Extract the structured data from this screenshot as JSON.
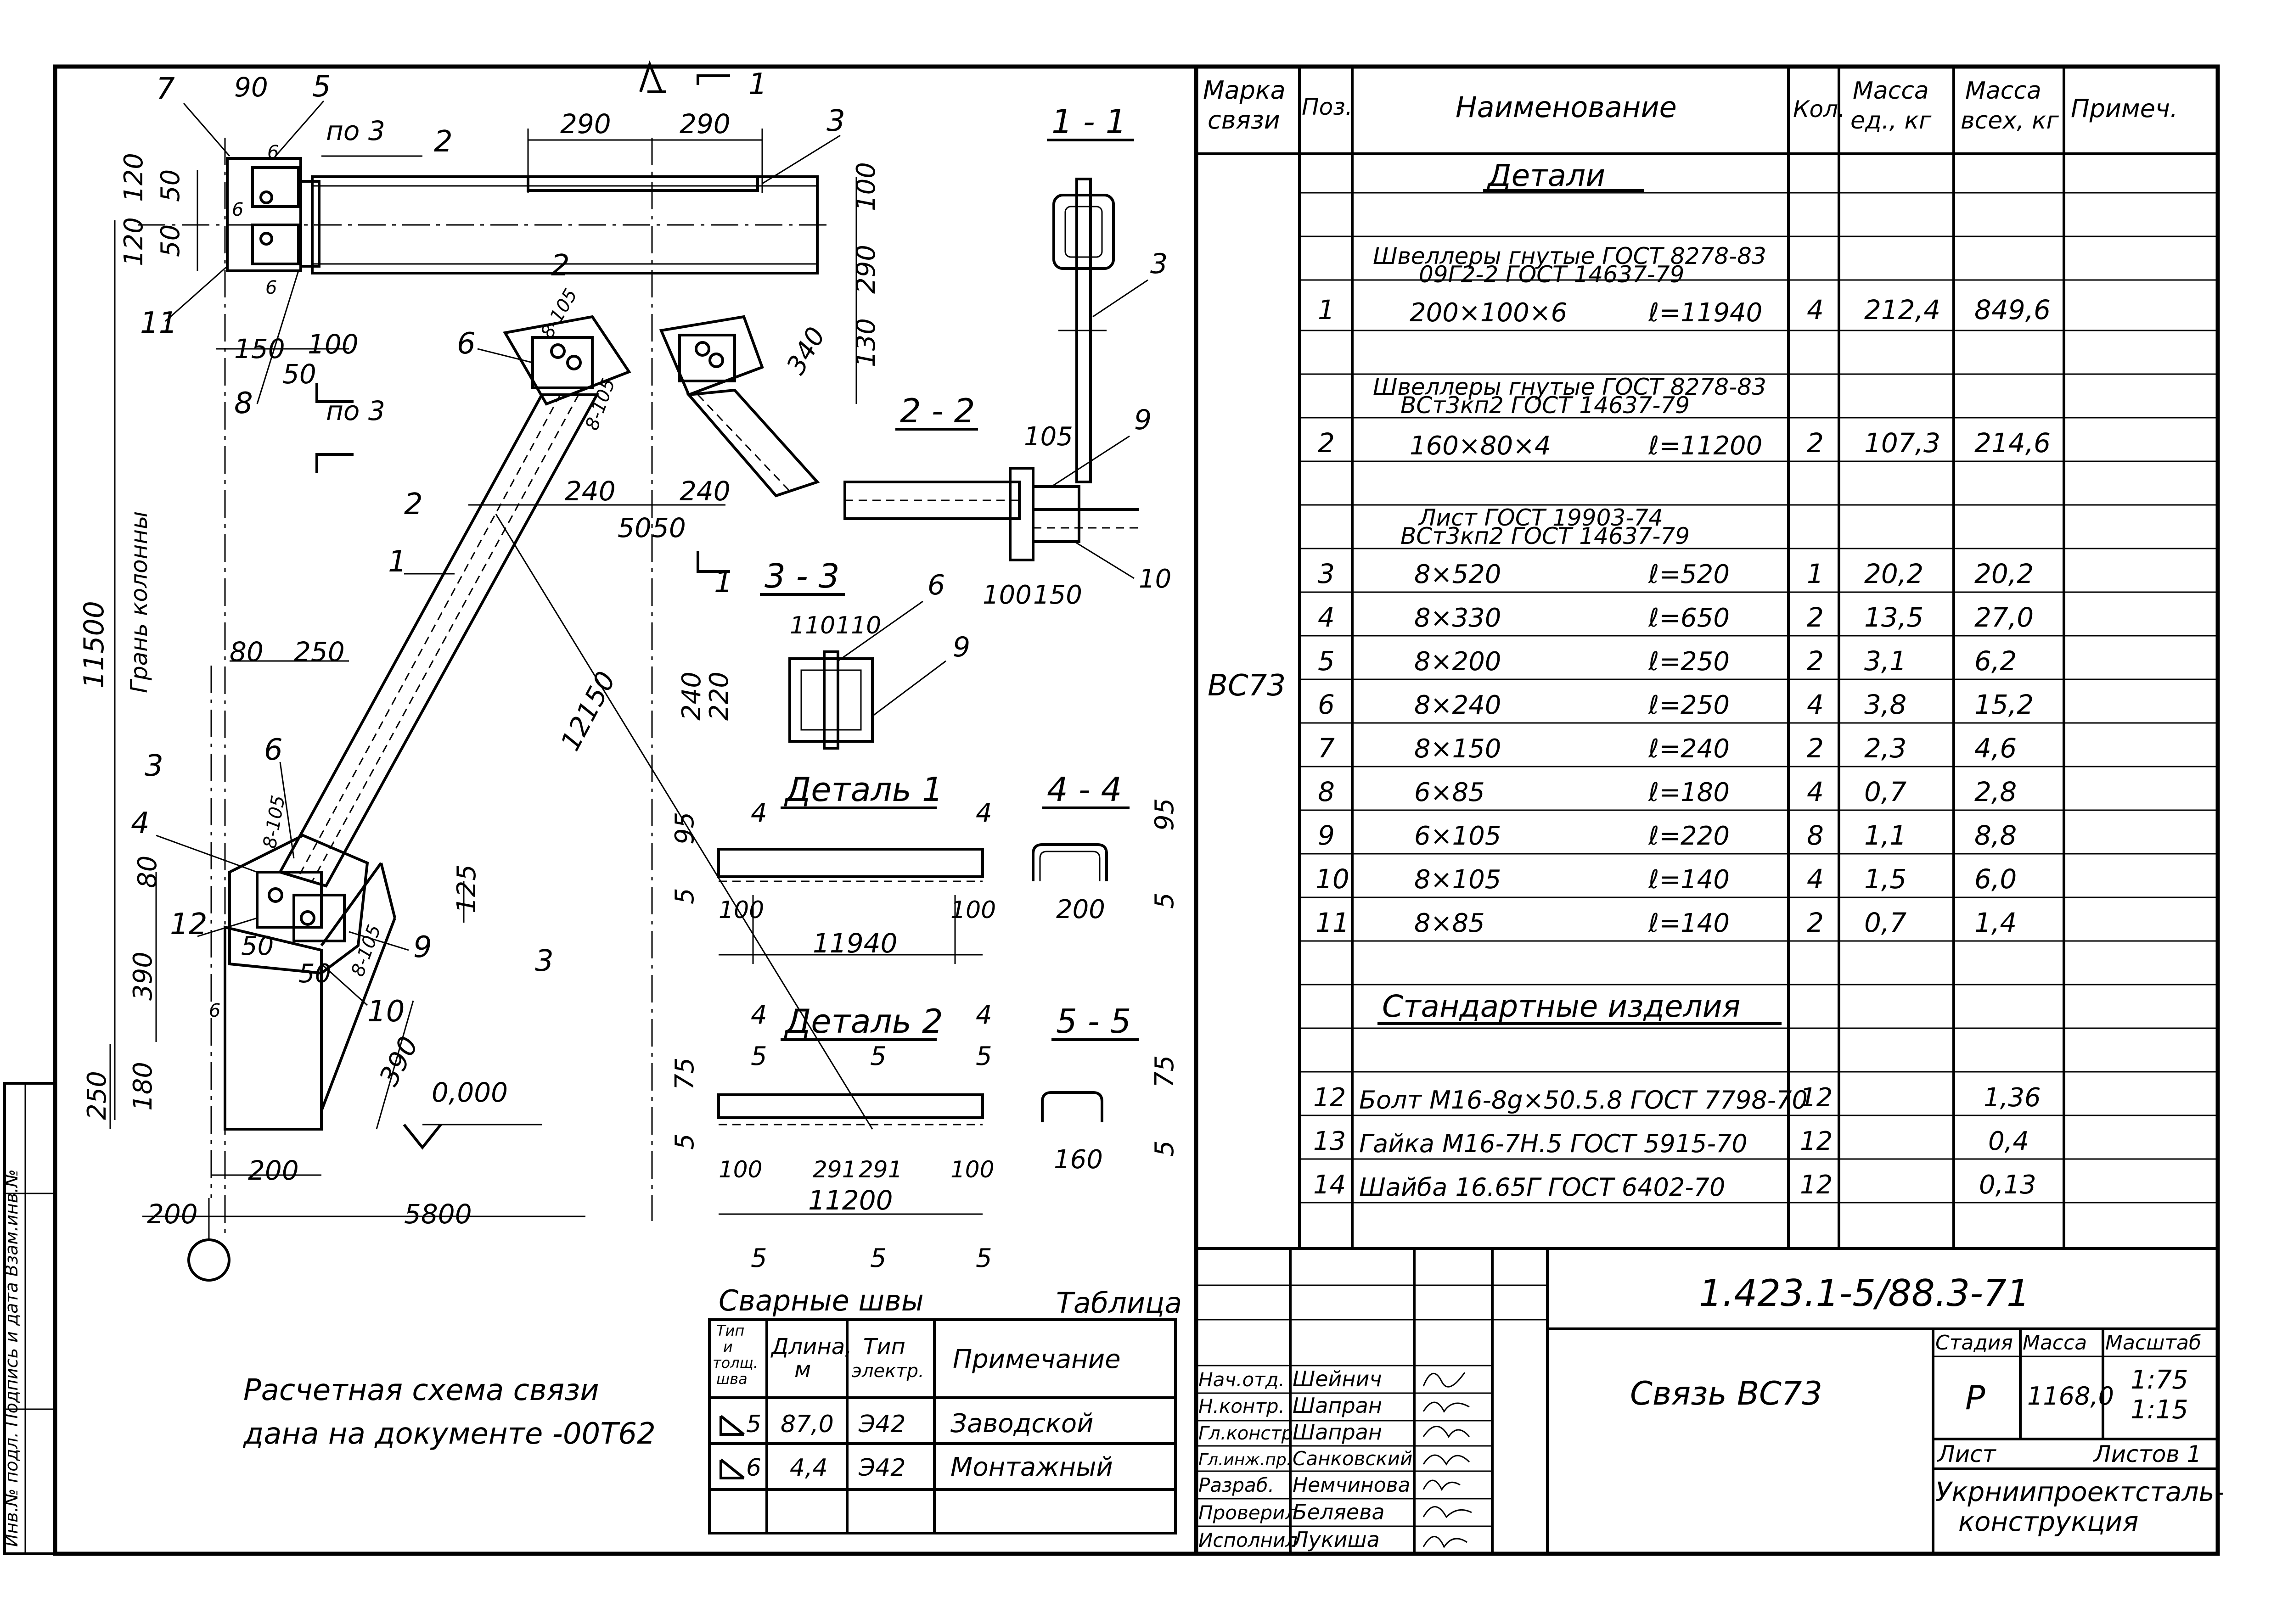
{
  "title_block": {
    "doc_code": "1.423.1-5/88.3-71",
    "name": "Связь ВС73",
    "stage_label": "Стадия",
    "stage": "Р",
    "mass_label": "Масса",
    "mass": "1168,0",
    "scale_label": "Масштаб",
    "scale_1": "1:75",
    "scale_2": "1:15",
    "sheet_label": "Лист",
    "sheets_label": "Листов 1",
    "org_1": "Укрниипроектсталь-",
    "org_2": "конструкция",
    "signatures": [
      {
        "role": "Нач.отд.",
        "name": "Шейнич"
      },
      {
        "role": "Н.контр.",
        "name": "Шапран"
      },
      {
        "role": "Гл.констр.",
        "name": "Шапран"
      },
      {
        "role": "Гл.инж.пр.",
        "name": "Санковский"
      },
      {
        "role": "Разраб.",
        "name": "Немчинова"
      },
      {
        "role": "Проверил",
        "name": "Беляева"
      },
      {
        "role": "Исполнил",
        "name": "Лукиша"
      }
    ]
  },
  "side_stamp": "Инв.№ подл.  Подпись и дата  Взам.инв.№",
  "spec": {
    "headers": {
      "mark": "Марка связи",
      "pos": "Поз.",
      "name": "Наименование",
      "qty": "Кол.",
      "mass_unit": "Масса ед., кг",
      "mass_total": "Масса всех, кг",
      "note": "Примеч."
    },
    "mark": "ВС73",
    "section_details": "Детали",
    "section_standard": "Стандартные изделия",
    "group_1a": "Швеллеры гнутые ГОСТ 8278-83",
    "group_1b": "09Г2-2   ГОСТ 14637-79",
    "group_2a": "Швеллеры гнутые ГОСТ 8278-83",
    "group_2b": "ВСт3кп2   ГОСТ 14637-79",
    "group_3a": "Лист ГОСТ 19903-74",
    "group_3b": "ВСт3кп2   ГОСТ 14637-79",
    "rows": [
      {
        "pos": "1",
        "size": "200×100×6",
        "len": "ℓ=11940",
        "qty": "4",
        "mu": "212,4",
        "mt": "849,6"
      },
      {
        "pos": "2",
        "size": "160×80×4",
        "len": "ℓ=11200",
        "qty": "2",
        "mu": "107,3",
        "mt": "214,6"
      },
      {
        "pos": "3",
        "size": "8×520",
        "len": "ℓ=520",
        "qty": "1",
        "mu": "20,2",
        "mt": "20,2"
      },
      {
        "pos": "4",
        "size": "8×330",
        "len": "ℓ=650",
        "qty": "2",
        "mu": "13,5",
        "mt": "27,0"
      },
      {
        "pos": "5",
        "size": "8×200",
        "len": "ℓ=250",
        "qty": "2",
        "mu": "3,1",
        "mt": "6,2"
      },
      {
        "pos": "6",
        "size": "8×240",
        "len": "ℓ=250",
        "qty": "4",
        "mu": "3,8",
        "mt": "15,2"
      },
      {
        "pos": "7",
        "size": "8×150",
        "len": "ℓ=240",
        "qty": "2",
        "mu": "2,3",
        "mt": "4,6"
      },
      {
        "pos": "8",
        "size": "6×85",
        "len": "ℓ=180",
        "qty": "4",
        "mu": "0,7",
        "mt": "2,8"
      },
      {
        "pos": "9",
        "size": "6×105",
        "len": "ℓ=220",
        "qty": "8",
        "mu": "1,1",
        "mt": "8,8"
      },
      {
        "pos": "10",
        "size": "8×105",
        "len": "ℓ=140",
        "qty": "4",
        "mu": "1,5",
        "mt": "6,0"
      },
      {
        "pos": "11",
        "size": "8×85",
        "len": "ℓ=140",
        "qty": "2",
        "mu": "0,7",
        "mt": "1,4"
      }
    ],
    "std_rows": [
      {
        "pos": "12",
        "name": "Болт М16-8g×50.5.8 ГОСТ 7798-70",
        "qty": "12",
        "mt": "1,36"
      },
      {
        "pos": "13",
        "name": "Гайка М16-7Н.5 ГОСТ 5915-70",
        "qty": "12",
        "mt": "0,4"
      },
      {
        "pos": "14",
        "name": "Шайба 16.65Г  ГОСТ 6402-70",
        "qty": "12",
        "mt": "0,13"
      }
    ]
  },
  "welds": {
    "title": "Сварные швы",
    "table_label": "Таблица",
    "h_type": [
      "Тип",
      "и",
      "толщ.",
      "шва"
    ],
    "h_len": [
      "Длина,",
      "м"
    ],
    "h_el": [
      "Тип",
      "электр."
    ],
    "h_note": "Примечание",
    "rows": [
      {
        "t": "5",
        "len": "87,0",
        "el": "Э42",
        "note": "Заводской"
      },
      {
        "t": "6",
        "len": "4,4",
        "el": "Э42",
        "note": "Монтажный"
      }
    ]
  },
  "note": {
    "line1": "Расчетная схема связи",
    "line2": "дана на документе -00Т62"
  },
  "sections": {
    "s11": "1 - 1",
    "s22": "2 - 2",
    "s33": "3 - 3",
    "s44": "4 - 4",
    "s55": "5 - 5",
    "d1": "Деталь 1",
    "d2": "Деталь 2"
  },
  "main_dims": {
    "d90": "90",
    "d290a": "290",
    "d290b": "290",
    "d120a": "120",
    "d120b": "120",
    "d50a": "50",
    "d50b": "50",
    "d100r": "100",
    "d290r": "290",
    "d130": "130",
    "d340": "340",
    "d150": "150",
    "d100b": "100",
    "d50c": "50",
    "d240a": "240",
    "d240b": "240",
    "d50d": "50",
    "d50e": "50",
    "d11500": "11500",
    "d12150": "12150",
    "d80": "80",
    "d250": "250",
    "d125": "125",
    "d80b": "80",
    "d390a": "390",
    "d180": "180",
    "d250b": "250",
    "d50f": "50",
    "d50g": "50",
    "d390b": "390",
    "d200": "200",
    "d200b": "200",
    "d5800": "5800",
    "elev": "0,000",
    "face": "Грань колонны",
    "po3a": "по 3",
    "po3b": "по 3",
    "w8105a": "8-105",
    "w8105b": "8-105",
    "w8105c": "8-105",
    "w8105d": "8-105",
    "w6a": "6",
    "w6b": "6",
    "w6c": "6",
    "w6d": "6"
  },
  "callouts": {
    "c1": "1",
    "c2": "2",
    "c3": "3",
    "c4": "4",
    "c5": "5",
    "c6a": "6",
    "c6b": "6",
    "c7": "7",
    "c8": "8",
    "c9": "9",
    "c10": "10",
    "c11": "11",
    "c12": "12"
  },
  "section_dims": {
    "s22_105": "105",
    "s22_100": "100",
    "s22_150": "150",
    "s22_9": "9",
    "s22_10": "10",
    "s11_3": "3",
    "s33_110a": "110",
    "s33_110b": "110",
    "s33_240": "240",
    "s33_220": "220",
    "s33_6": "6",
    "s33_9": "9",
    "d1_95": "95",
    "d1_5": "5",
    "d1_100a": "100",
    "d1_100b": "100",
    "d1_11940": "11940",
    "s44_95": "95",
    "s44_200": "200",
    "s44_5": "5",
    "d2_75": "75",
    "d2_5": "5",
    "d2_100a": "100",
    "d2_291a": "291",
    "d2_291b": "291",
    "d2_100b": "100",
    "d2_11200": "11200",
    "s55_75": "75",
    "s55_160": "160",
    "s55_5": "5"
  },
  "cut_marks": {
    "m1": "1",
    "m1b": "1",
    "m2": "2",
    "m2b": "2",
    "m3": "3",
    "m3b": "3",
    "m4a": "4",
    "m4b": "4",
    "m4c": "4",
    "m4d": "4",
    "m5a": "5",
    "m5b": "5",
    "m5c": "5",
    "m5d": "5",
    "m5e": "5",
    "m5f": "5"
  }
}
